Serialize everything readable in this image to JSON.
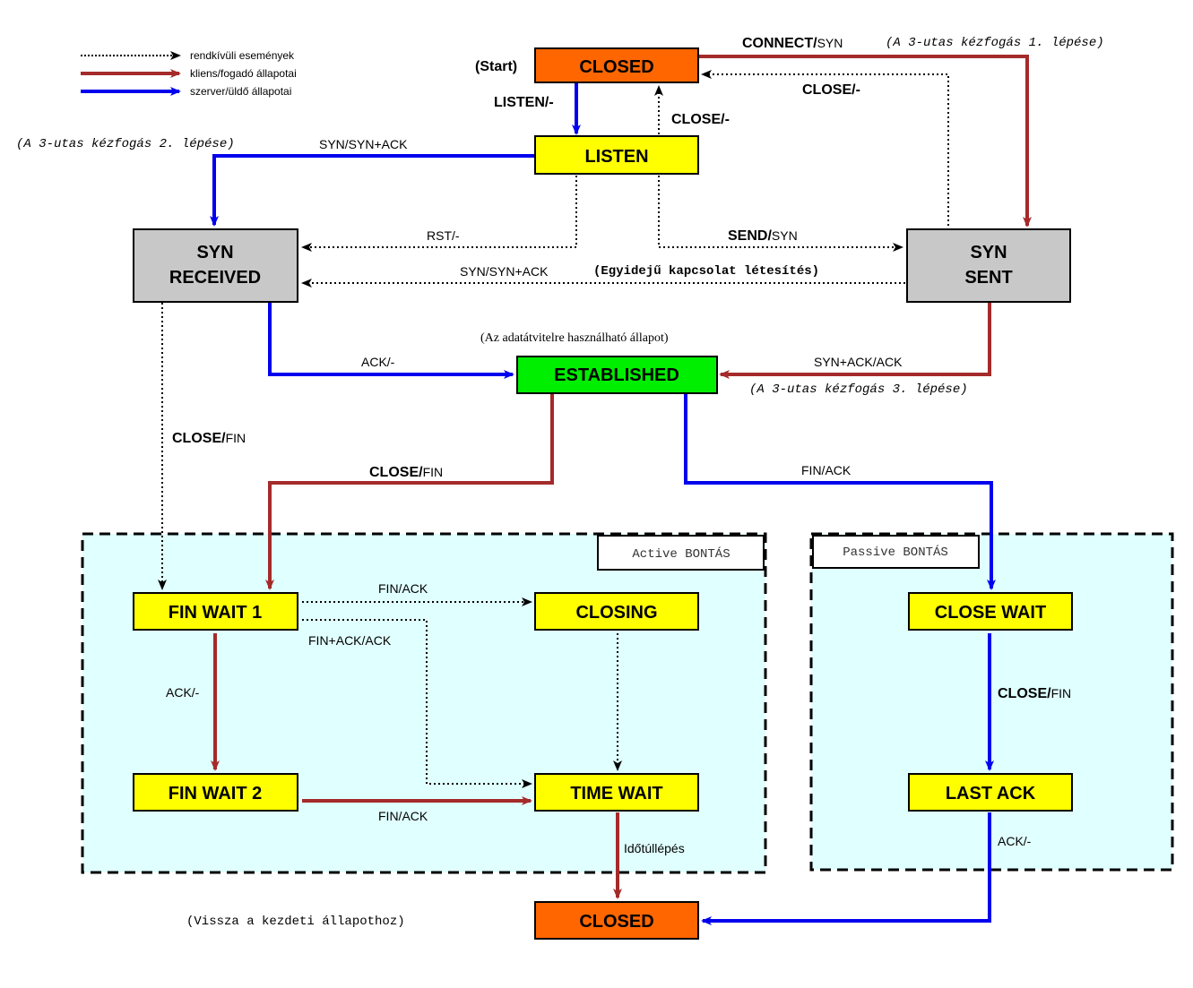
{
  "colors": {
    "red": "#a52a2a",
    "blue": "#0000ee",
    "black": "#000000",
    "closed_fill": "#ff6600",
    "yellow_fill": "#ffff00",
    "gray_fill": "#c8c8c8",
    "green_fill": "#00ee00",
    "cyan_region": "#e0ffff"
  },
  "legend": {
    "dotted": "rendkívüli események",
    "red": "kliens/fogadó állapotai",
    "blue": "szerver/üldő állapotai"
  },
  "states": {
    "closed_top": "CLOSED",
    "listen": "LISTEN",
    "syn_received_1": "SYN",
    "syn_received_2": "RECEIVED",
    "syn_sent_1": "SYN",
    "syn_sent_2": "SENT",
    "established": "ESTABLISHED",
    "fin_wait_1": "FIN WAIT 1",
    "fin_wait_2": "FIN WAIT 2",
    "closing": "CLOSING",
    "time_wait": "TIME WAIT",
    "close_wait": "CLOSE WAIT",
    "last_ack": "LAST ACK",
    "closed_bottom": "CLOSED"
  },
  "regions": {
    "active": "Active BONTÁS",
    "passive": "Passive BONTÁS"
  },
  "edges": {
    "start": "(Start)",
    "connect_a": "CONNECT/",
    "connect_b": "SYN",
    "listen": "LISTEN/-",
    "close_listen": "CLOSE/-",
    "close_synsent": "CLOSE/-",
    "syn_synack": "SYN/SYN+ACK",
    "rst": "RST/-",
    "send_a": "SEND/",
    "send_b": "SYN",
    "syn_synack_simul": "SYN/SYN+ACK",
    "ack_est": "ACK/-",
    "synack_ack": "SYN+ACK/ACK",
    "close_fin_rcvd_a": "CLOSE/",
    "close_fin_rcvd_b": "FIN",
    "close_fin_est_a": "CLOSE/",
    "close_fin_est_b": "FIN",
    "fin_ack_est": "FIN/ACK",
    "fin_ack_fw1": "FIN/ACK",
    "finack_ack": "FIN+ACK/ACK",
    "ack_fw1": "ACK/-",
    "fin_ack_fw2": "FIN/ACK",
    "timeout": "Időtúllépés",
    "close_fin_cw_a": "CLOSE/",
    "close_fin_cw_b": "FIN",
    "ack_last": "ACK/-"
  },
  "notes": {
    "handshake1": "(A 3-utas kézfogás 1. lépése)",
    "handshake2": "(A 3-utas kézfogás 2. lépése)",
    "handshake3": "(A 3-utas kézfogás 3. lépése)",
    "simultaneous": "(Egyidejű kapcsolat létesítés)",
    "usable": "(Az adatátvitelre használható állapot)",
    "back_to_start": "(Vissza a kezdeti állapothoz)"
  }
}
